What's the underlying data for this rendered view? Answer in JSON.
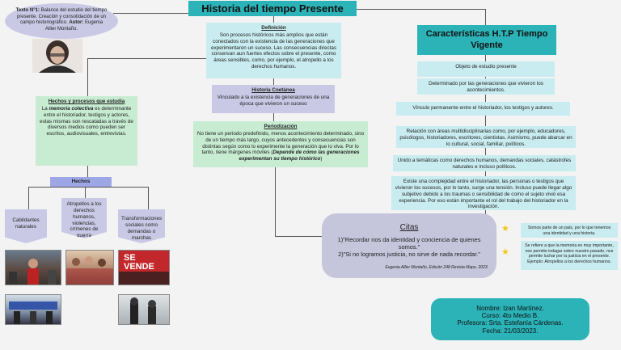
{
  "title": "Historia del tiempo Presente",
  "source_note": {
    "label": "Texto N°1:",
    "text": " Balance del estudio del tiempo presente. Creación y consolidación de un campo historiográfico. ",
    "author_label": "Autor:",
    "author": " Eugenia Allier Montaño."
  },
  "definicion": {
    "title": "Definición",
    "text": "Son procesos históricos más amplios que están conectados con la existencia de las generaciones que experimentaron un suceso. Las consecuencias directas conservan aun fuertes efectos sobre el presente, como áreas sensibles, como, por ejemplo, el atropello a los derechos humanos."
  },
  "historia_coetanea": {
    "title": "Historia Coetánea",
    "text": "Vinculado a la existencia de generaciones de una época que vivieron un suceso"
  },
  "periodizacion": {
    "title": "Periodización",
    "text": "No tiene un periodo predefinido, menos acontecimiento determinado, sino de un tiempo más largo, cuyos antecedentes y consecuencias son distintas según como lo experimente la generación que lo viva. Por lo tanto, tiene márgenes móviles (",
    "italic": "Depende de cómo las generaciones experimentan su tiempo histórico",
    "end": ")"
  },
  "hechos_procesos": {
    "title": "Hechos y procesos que estudia",
    "prefix": "La ",
    "bold": "memoria colectiva",
    "text": " es determinante entre el historiador, testigos y actores, estas mismas son rescatadas a través de diversos medios como pueden ser escritos, audiovisuales, entrevistas."
  },
  "hechos": {
    "title": "Hechos",
    "items": [
      "Cabildantes naturales",
      "Atropellos a los derechos humanos, violencias, crímenes de guerra",
      "Transformaciones sociales como demandas o marchas"
    ]
  },
  "caracteristicas": {
    "title": "Características H.T.P Tiempo Vigente",
    "items": [
      "Objeto de estudio presente",
      "Determinado por las generaciones que vivieron los acontecimientos.",
      "Vínculo permanente entre el historiador, los testigos y autores.",
      "Relación con áreas multidisciplinarias como, por ejemplo, educadores, psicólogos, historiadores, escritores, cientistas. Asimismo, puede abarcar en lo cultural, social, familiar, políticos.",
      "Unido a temáticas como derechos humanos, demandas sociales, catástrofes naturales e incluso políticos.",
      "Existe una complejidad entre el historiador, las personas o testigos que vivieron los sucesos, por lo tanto, surge una tensión. Incluso puede llegar algo subjetivo debido a los traumas o sensibilidad de como el sujeto vivió esa experiencia. Por eso están importante el rol del trabajo del historiador en la investigación."
    ]
  },
  "citas": {
    "title": "Citas",
    "q1": "1)\"Recordar nos da identidad y conciencia de quienes somos.\"",
    "q2": "2)\"Si no logramos justicia, no sirve de nada recordar.\"",
    "source": "Eugenia Allier Montaño, Edición 248 Revista Mapo, 2023."
  },
  "comments": [
    "Somos parte de un país, por lo que tenemos una identidad y una historia.",
    "Se refiere a que la memoria es muy importante, nos permite indagar sobre nuestro pasado, nos permite luchar por la justicia en el presente. Ejemplo: Atropellos a los derechos humanos."
  ],
  "student": {
    "lines": [
      "Nombre: Izan Martínez.",
      "Curso: 4to Medio B.",
      "Profesora: Srta. Estefanía Cárdenas.",
      "Fecha: 21/03/2023."
    ]
  },
  "photo_sign": "SE VENDE",
  "colors": {
    "title_bg": "#2bb3b8",
    "green": "#c7ecd2",
    "cyan": "#c9ecf0",
    "lavender": "#c9c9e6",
    "star": "#f5c518"
  }
}
